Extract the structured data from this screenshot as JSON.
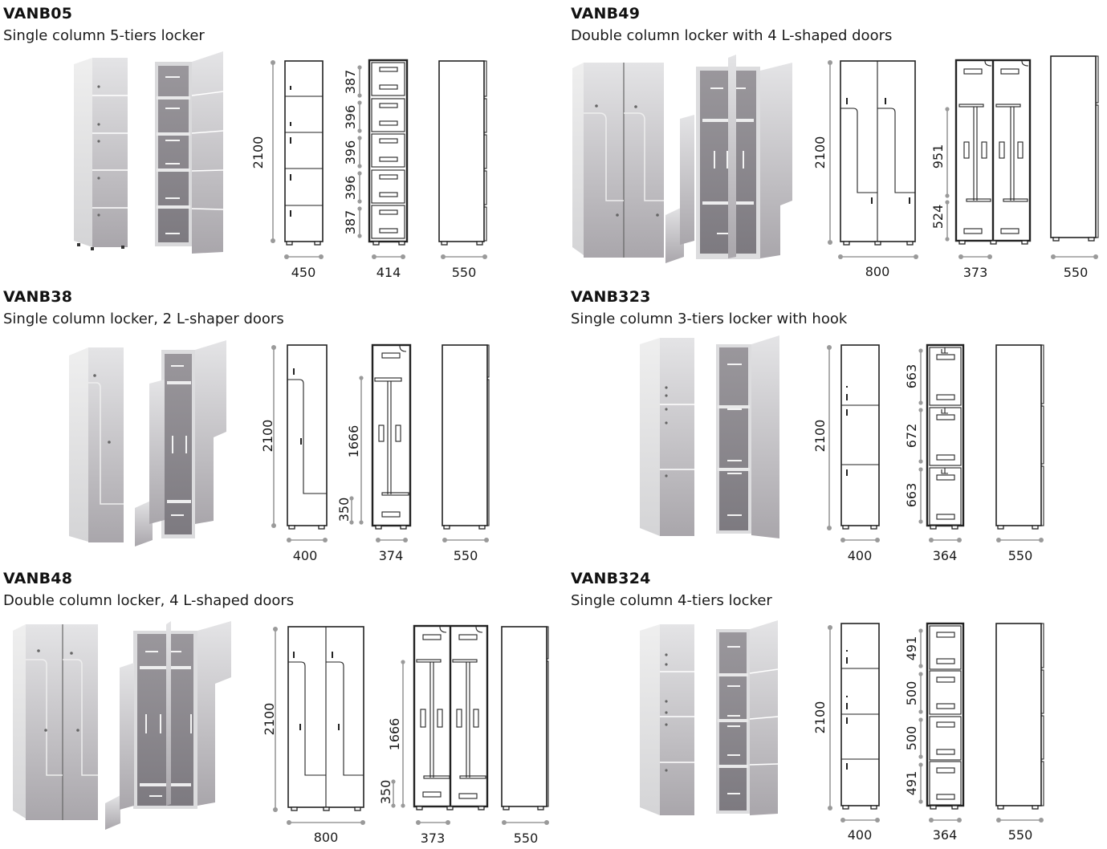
{
  "products": [
    {
      "code": "VANB05",
      "description": "Single column 5-tiers locker",
      "dimensions": {
        "height": "2100",
        "front_width": "450",
        "inner_width": "414",
        "depth": "550",
        "tiers": [
          "387",
          "396",
          "396",
          "396",
          "387"
        ]
      }
    },
    {
      "code": "VANB49",
      "description": "Double column locker with 4 L-shaped doors",
      "dimensions": {
        "height": "2100",
        "front_width": "800",
        "inner_width": "373",
        "depth": "550",
        "sections": [
          "951",
          "524"
        ]
      }
    },
    {
      "code": "VANB38",
      "description": "Single column locker, 2 L-shaper doors",
      "dimensions": {
        "height": "2100",
        "front_width": "400",
        "inner_width": "374",
        "depth": "550",
        "sections": [
          "1666",
          "350"
        ]
      }
    },
    {
      "code": "VANB323",
      "description": "Single column 3-tiers locker with hook",
      "dimensions": {
        "height": "2100",
        "front_width": "400",
        "inner_width": "364",
        "depth": "550",
        "tiers": [
          "663",
          "672",
          "663"
        ]
      }
    },
    {
      "code": "VANB48",
      "description": "Double column locker, 4 L-shaped doors",
      "dimensions": {
        "height": "2100",
        "front_width": "800",
        "inner_width": "373",
        "depth": "550",
        "sections": [
          "1666",
          "350"
        ]
      }
    },
    {
      "code": "VANB324",
      "description": "Single column 4-tiers locker",
      "dimensions": {
        "height": "2100",
        "front_width": "400",
        "inner_width": "364",
        "depth": "550",
        "tiers": [
          "491",
          "500",
          "500",
          "491"
        ]
      }
    }
  ]
}
